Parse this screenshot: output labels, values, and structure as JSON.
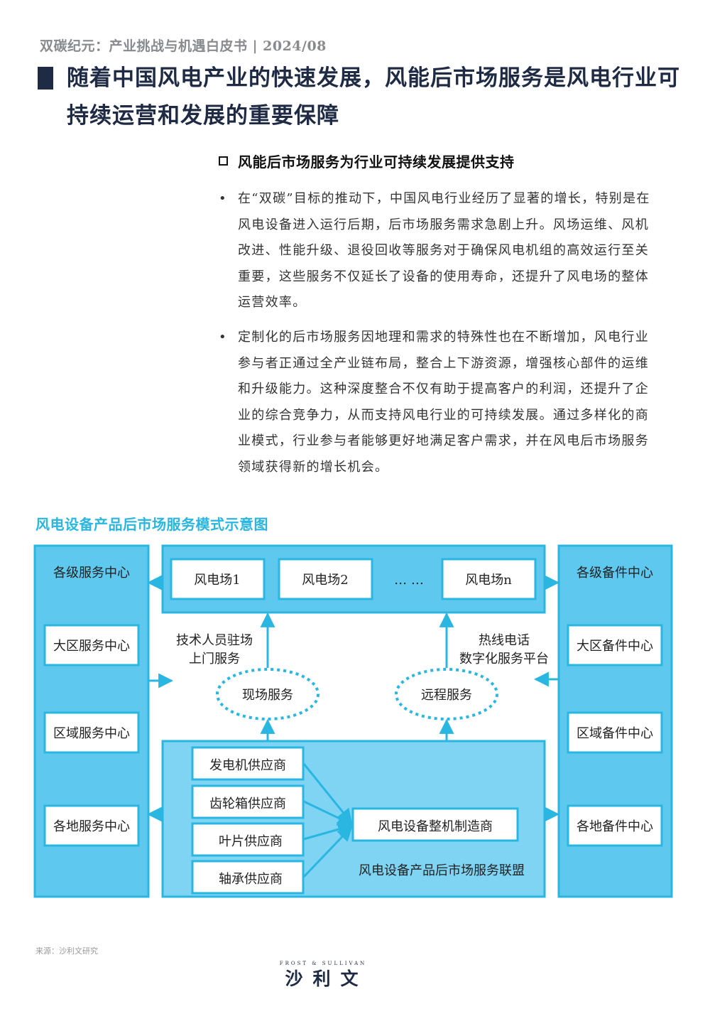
{
  "header": {
    "text": "双碳纪元：产业挑战与机遇白皮书 | 2024/08"
  },
  "title": {
    "text": "随着中国风电产业的快速发展，风能后市场服务是风电行业可持续运营和发展的重要保障"
  },
  "section": {
    "heading": "风能后市场服务为行业可持续发展提供支持",
    "bullets": [
      {
        "marker": "•",
        "text": "在“双碳”目标的推动下，中国风电行业经历了显著的增长，特别是在风电设备进入运行后期，后市场服务需求急剧上升。风场运维、风机改进、性能升级、退役回收等服务对于确保风电机组的高效运行至关重要，这些服务不仅延长了设备的使用寿命，还提升了风电场的整体运营效率。"
      },
      {
        "marker": "•",
        "text": "定制化的后市场服务因地理和需求的特殊性也在不断增加，风电行业参与者正通过全产业链布局，整合上下游资源，增强核心部件的运维和升级能力。这种深度整合不仅有助于提高客户的利润，还提升了企业的综合竞争力，从而支持风电行业的可持续发展。通过多样化的商业模式，行业参与者能够更好地满足客户需求，并在风电后市场服务领域获得新的增长机会。"
      }
    ]
  },
  "diagram": {
    "title": "风电设备产品后市场服务模式示意图",
    "left_panel": {
      "heading": "各级服务中心",
      "items": [
        "大区服务中心",
        "区域服务中心",
        "各地服务中心"
      ]
    },
    "right_panel": {
      "heading": "各级备件中心",
      "items": [
        "大区备件中心",
        "区域备件中心",
        "各地备件中心"
      ]
    },
    "farms": [
      "风电场1",
      "风电场2",
      "… …",
      "风电场n"
    ],
    "onsite": {
      "label": "现场服务",
      "desc_line1": "技术人员驻场",
      "desc_line2": "上门服务"
    },
    "remote": {
      "label": "远程服务",
      "desc_line1": "热线电话",
      "desc_line2": "数字化服务平台"
    },
    "suppliers": [
      "发电机供应商",
      "齿轮箱供应商",
      "叶片供应商",
      "轴承供应商"
    ],
    "manufacturer": "风电设备整机制造商",
    "alliance": "风电设备产品后市场服务联盟",
    "color_primary": "#29b6e0",
    "color_fill": "#5ec8ee",
    "color_fill_light": "#7fd4f4"
  },
  "footer": {
    "source": "来源：沙利文研究",
    "logo_small": "FROST & SULLIVAN",
    "logo_big": "沙利文"
  }
}
